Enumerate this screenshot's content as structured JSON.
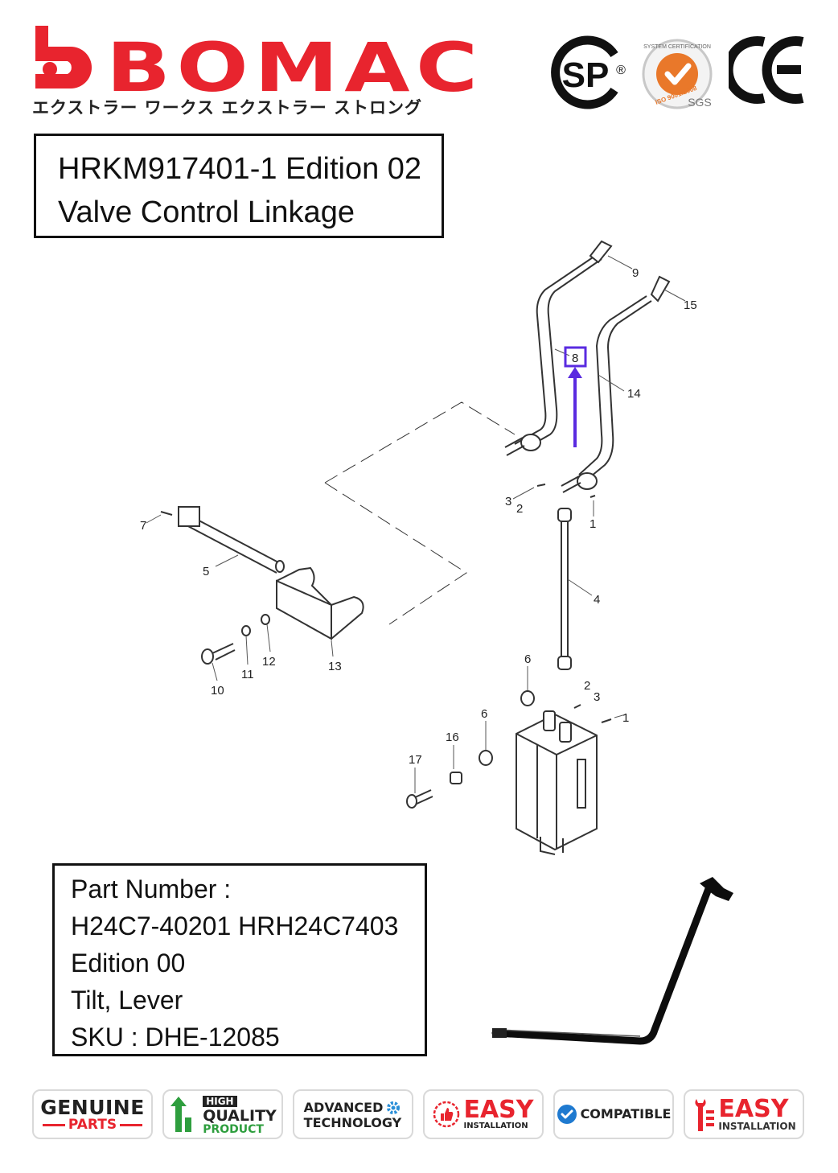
{
  "brand": {
    "name": "BOMAC",
    "tagline": "エクストラー ワークス エクストラー ストロング"
  },
  "certifications": {
    "csa": "SP",
    "csa_registered": "®",
    "iso_ring_top": "SYSTEM CERTIFICATION",
    "iso_ring_left": "ISO 9001:2008",
    "iso_sgs": "SGS",
    "ce": "CE"
  },
  "title": {
    "line1": "HRKM917401-1 Edition 02",
    "line2": "Valve Control Linkage"
  },
  "diagram": {
    "callouts": [
      "9",
      "15",
      "8",
      "14",
      "3",
      "2",
      "1",
      "7",
      "5",
      "4",
      "12",
      "13",
      "11",
      "10",
      "6",
      "2",
      "3",
      "6",
      "1",
      "16",
      "17"
    ],
    "highlight_color": "#5a2be0"
  },
  "part_info": {
    "label": "Part Number :",
    "numbers": "H24C7-40201 HRH24C7403",
    "edition": "Edition 00",
    "name": "Tilt, Lever",
    "sku": "SKU : DHE-12085"
  },
  "badges": [
    {
      "line1": "GENUINE",
      "line2": "PARTS",
      "icon": "rule-lines"
    },
    {
      "line1": "HIGH",
      "line2": "QUALITY",
      "line3": "PRODUCT",
      "icon": "podium-icon"
    },
    {
      "line1": "ADVANCED",
      "line2": "TECHNOLOGY",
      "icon": "gear-icon"
    },
    {
      "line1": "EASY",
      "line2": "INSTALLATION",
      "icon": "thumbs-up-icon"
    },
    {
      "line1": "COMPATIBLE",
      "icon": "check-circle-icon"
    },
    {
      "line1": "EASY",
      "line2": "INSTALLATION",
      "icon": "wrench-icon"
    }
  ],
  "colors": {
    "brand_red": "#e8242e",
    "iso_orange": "#e9782a",
    "quality_green": "#2e9e3e",
    "tech_blue": "#2a8fd8",
    "compatible_blue": "#1f7ad0"
  }
}
